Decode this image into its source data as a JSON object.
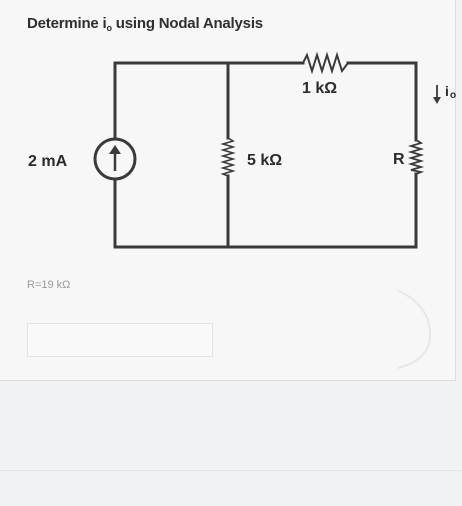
{
  "question": {
    "prefix": "Determine i",
    "subscript": "o",
    "suffix": " using Nodal Analysis"
  },
  "circuit": {
    "source_label": "2 mA",
    "resistor_middle_label": "5 kΩ",
    "resistor_top_label": "1 kΩ",
    "resistor_right_label": "R",
    "current_label_main": "i",
    "current_label_sub": "o"
  },
  "given": {
    "text": "R=19 kΩ"
  },
  "answer": {
    "value": ""
  },
  "colors": {
    "wire": "#3a3a3a",
    "text": "#2b2b2b",
    "faint_text": "#9a9a9a"
  }
}
